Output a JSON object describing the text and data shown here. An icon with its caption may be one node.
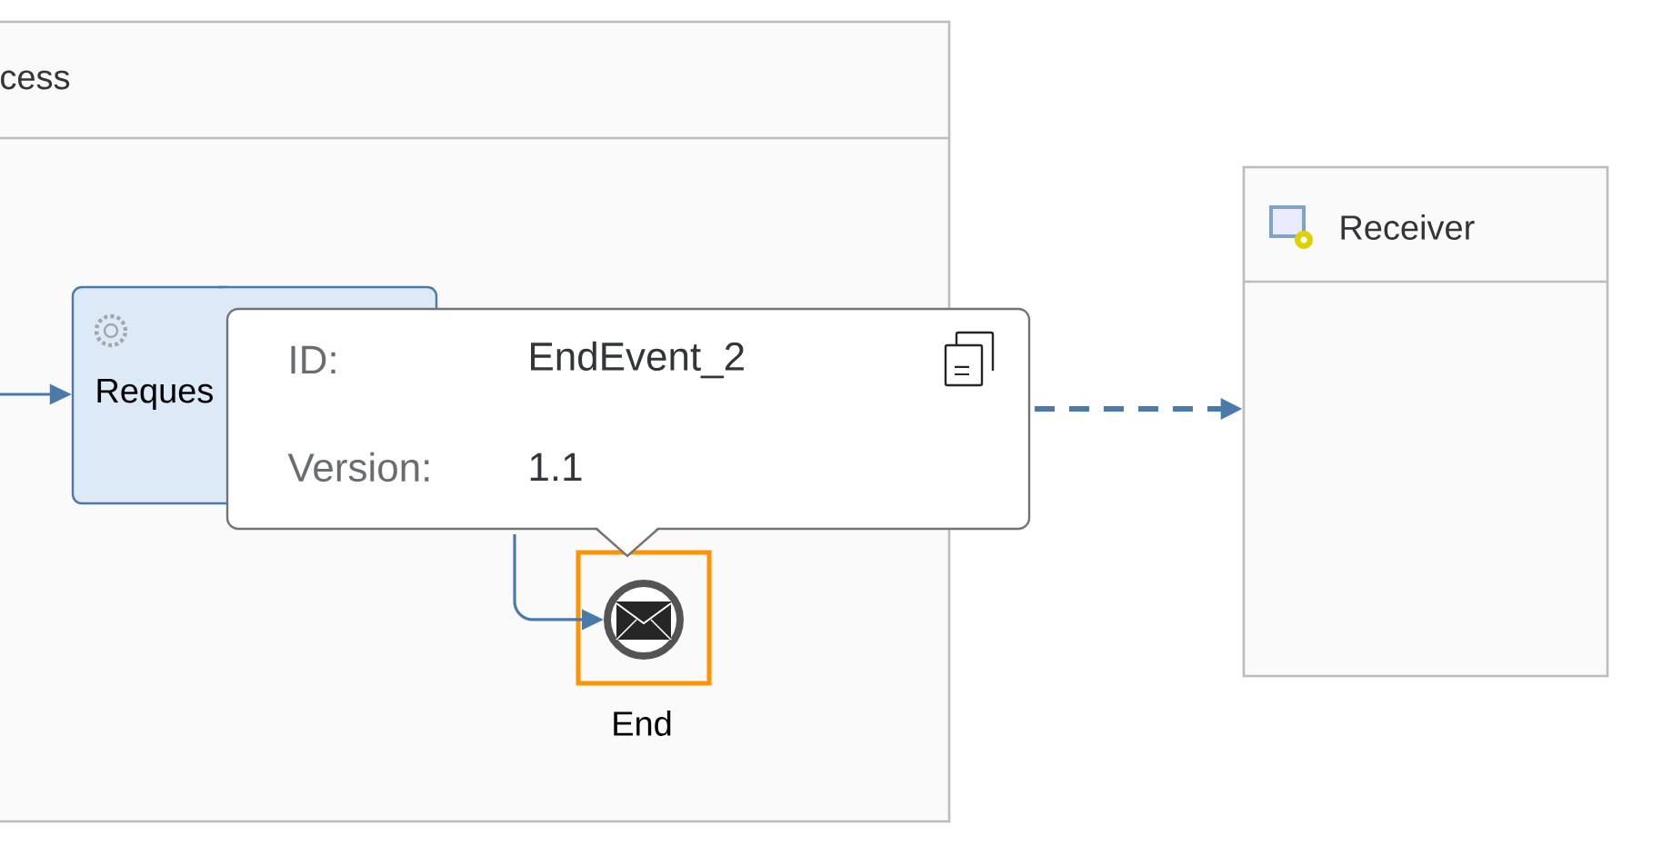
{
  "diagram": {
    "nodes": [
      {
        "text": [
          "cess"
        ]
      },
      {
        "text": [
          "Reques"
        ],
        "in": 0
      },
      {
        "text": [],
        "shape": "circle",
        "in": 0,
        "beside": [
          "End"
        ]
      },
      {
        "text": [
          "Receiver"
        ]
      },
      {
        "text": [
          "ID:",
          "EndEvent_2",
          "Version:",
          "1.1"
        ]
      }
    ],
    "edges": [
      {
        "from": null,
        "to": 1,
        "arrow": "to"
      },
      {
        "from": 4,
        "to": 2,
        "arrow": "to"
      },
      {
        "from": 4,
        "to": 3,
        "arrow": "to",
        "style": "dashed"
      }
    ]
  }
}
